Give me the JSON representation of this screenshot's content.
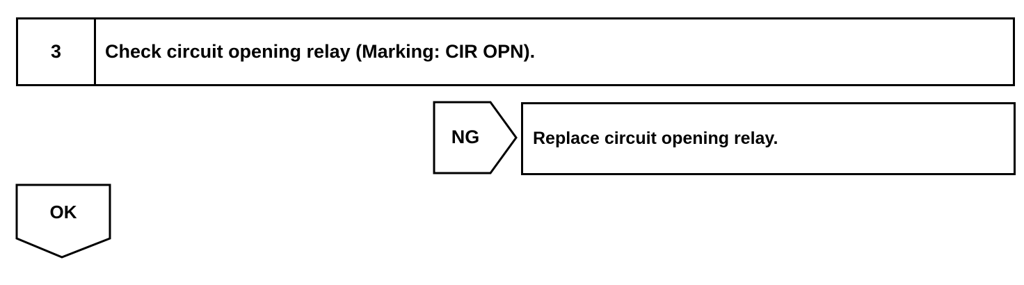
{
  "step": {
    "number": "3",
    "title": "Check circuit opening relay (Marking: CIR OPN)."
  },
  "ng_branch": {
    "label": "NG",
    "action": "Replace circuit opening relay."
  },
  "ok_branch": {
    "label": "OK"
  }
}
